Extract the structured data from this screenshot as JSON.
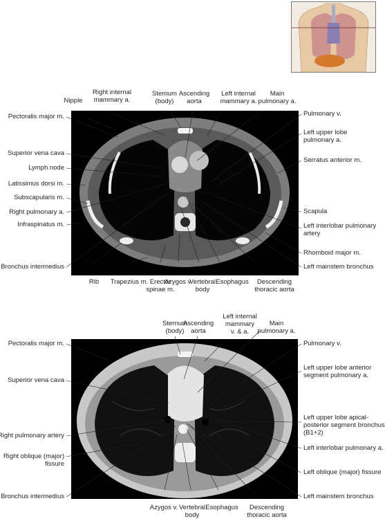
{
  "inset": {
    "description": ""
  },
  "panel1": {
    "labels": [
      {
        "id": "nipple",
        "text": "Nipple"
      },
      {
        "id": "right_internal_mammary",
        "text": "Right internal\nmammary a."
      },
      {
        "id": "sternum_body",
        "text": "Sternum\n(body)"
      },
      {
        "id": "ascending_aorta",
        "text": "Ascending\naorta"
      },
      {
        "id": "left_internal_mammary",
        "text": "Left internal\nmammary a."
      },
      {
        "id": "main_pulmonary",
        "text": "Main\npulmonary a."
      },
      {
        "id": "pectoralis_major",
        "text": "Pectoralis major m."
      },
      {
        "id": "superior_vena_cava",
        "text": "Superior vena cava"
      },
      {
        "id": "lymph_node",
        "text": "Lymph node"
      },
      {
        "id": "latissimus_dorsi",
        "text": "Latissimus dorsi m."
      },
      {
        "id": "subscapularis",
        "text": "Subscapularis m."
      },
      {
        "id": "right_pulmonary",
        "text": "Right pulmonary a."
      },
      {
        "id": "infraspinatus",
        "text": "Infraspinatus m."
      },
      {
        "id": "bronchus_intermedius",
        "text": "Bronchus intermedius"
      },
      {
        "id": "pulmonary_v",
        "text": "Pulmonary v."
      },
      {
        "id": "left_upper_lobe_pulmonary",
        "text": "Left upper lobe\npulmonary a."
      },
      {
        "id": "serratus_anterior",
        "text": "Serratus anterior m."
      },
      {
        "id": "scapula",
        "text": "Scapula"
      },
      {
        "id": "left_interlobar",
        "text": "Left interlobar pulmonary\nartery"
      },
      {
        "id": "rhomboid_major",
        "text": "Rhomboid major m."
      },
      {
        "id": "left_mainstem",
        "text": "Left mainstem bronchus"
      },
      {
        "id": "rib",
        "text": "Rib"
      },
      {
        "id": "trapezius",
        "text": "Trapezius m."
      },
      {
        "id": "erector_spinae",
        "text": "Erector\nspinae m."
      },
      {
        "id": "azygos",
        "text": "Azygos v."
      },
      {
        "id": "vertebral_body",
        "text": "Vertebral\nbody"
      },
      {
        "id": "esophagus",
        "text": "Esophagus"
      },
      {
        "id": "descending_aorta",
        "text": "Descending\nthoracic aorta"
      }
    ]
  },
  "panel2": {
    "labels": [
      {
        "id": "sternum_body",
        "text": "Sternum\n(body)"
      },
      {
        "id": "ascending_aorta",
        "text": "Ascending\naorta"
      },
      {
        "id": "left_internal_mammary",
        "text": "Left internal\nmammary\nv. & a."
      },
      {
        "id": "main_pulmonary",
        "text": "Main\npulmonary a."
      },
      {
        "id": "pectoralis_major",
        "text": "Pectoralis major m."
      },
      {
        "id": "superior_vena_cava",
        "text": "Superior vena cava"
      },
      {
        "id": "right_pulmonary_artery",
        "text": "Right pulmonary artery"
      },
      {
        "id": "right_oblique_fissure",
        "text": "Right oblique (major)\nfissure"
      },
      {
        "id": "bronchus_intermedius",
        "text": "Bronchus intermedius"
      },
      {
        "id": "pulmonary_v",
        "text": "Pulmonary v."
      },
      {
        "id": "left_upper_lobe_anterior",
        "text": "Left upper lobe anterior\nsegment pulmonary a."
      },
      {
        "id": "left_upper_lobe_apical",
        "text": "Left upper lobe apical-\nposterior segment bronchus\n(B1+2)"
      },
      {
        "id": "left_interlobar",
        "text": "Left interlobar pulmonary a."
      },
      {
        "id": "left_oblique_fissure",
        "text": "Left oblique (major) fissure"
      },
      {
        "id": "left_mainstem",
        "text": "Left mainstem bronchus"
      },
      {
        "id": "azygos",
        "text": "Azygos v."
      },
      {
        "id": "vertebral_body",
        "text": "Vertebral\nbody"
      },
      {
        "id": "esophagus",
        "text": "Esophagus"
      },
      {
        "id": "descending_aorta",
        "text": "Descending\nthoracic aorta"
      }
    ]
  }
}
